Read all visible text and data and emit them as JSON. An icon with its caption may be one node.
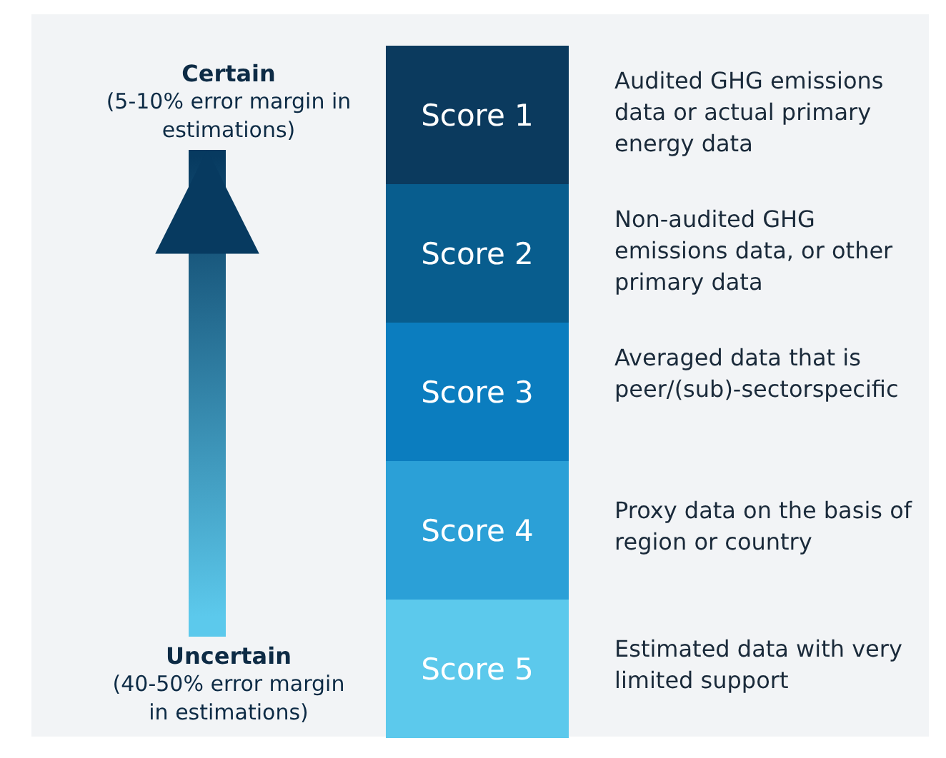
{
  "diagram": {
    "nodes": [
      {
        "text": [
          "Certain",
          "(5-10% error margin in estimations)"
        ]
      },
      {
        "text": [
          "Uncertain",
          "(40-50% error margin in estimations)"
        ]
      },
      {
        "text": [
          "Score 1"
        ],
        "beside": [
          "Audited GHG emissions data or actual primary energy data"
        ]
      },
      {
        "text": [
          "Score 2"
        ],
        "beside": [
          "Non-audited GHG emissions data, or other primary data"
        ]
      },
      {
        "text": [
          "Score 3"
        ],
        "beside": [
          "Averaged data that is peer/(sub)-sectorspecific"
        ]
      },
      {
        "text": [
          "Score 4"
        ],
        "beside": [
          "Proxy data on the basis of region or country"
        ]
      },
      {
        "text": [
          "Score 5"
        ],
        "beside": [
          "Estimated data with very limited support"
        ]
      }
    ],
    "edges": [
      {
        "from": 1,
        "to": 0,
        "arrow": "to",
        "style": "thick"
      }
    ]
  }
}
